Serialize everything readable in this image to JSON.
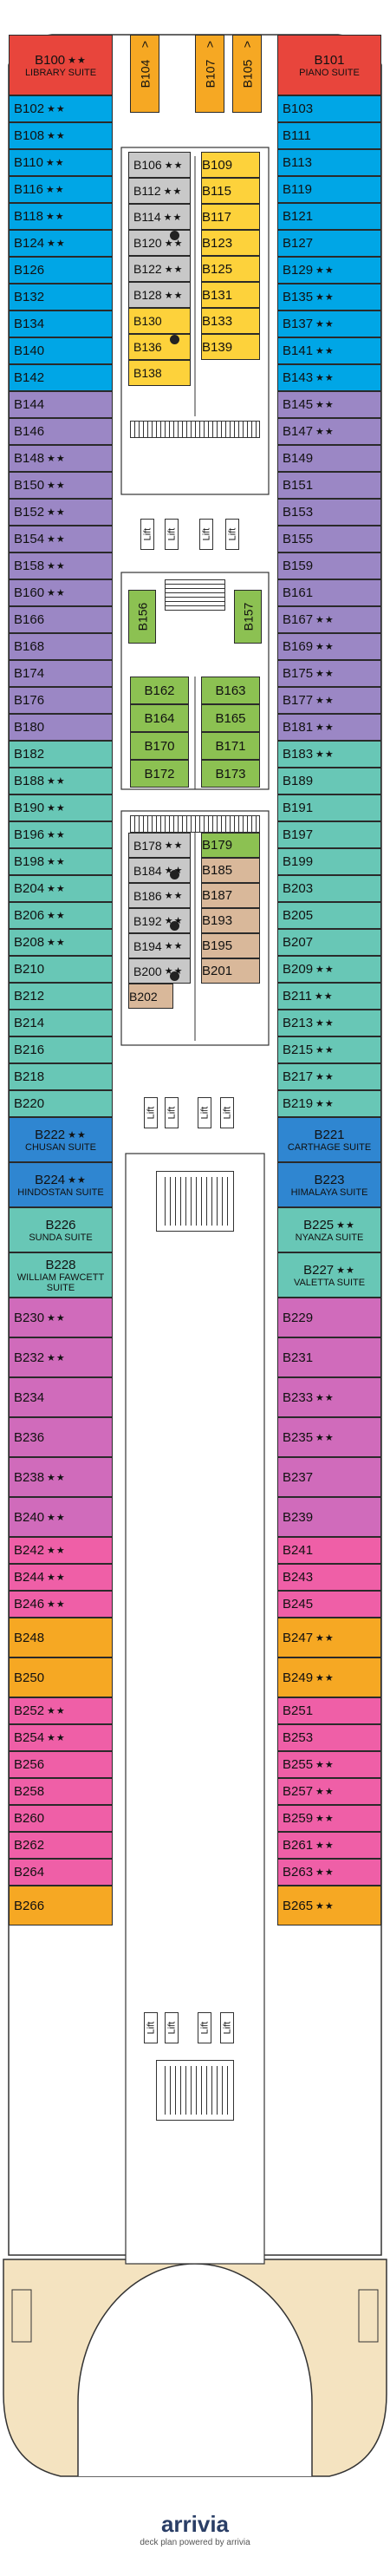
{
  "colors": {
    "red": "#e8453c",
    "blue": "#00a6e6",
    "purple": "#9b87c5",
    "teal": "#68c7b6",
    "green": "#8cc152",
    "yellow": "#fdd23b",
    "orange": "#f6a823",
    "gray": "#c8c8c8",
    "tan": "#d9b89a",
    "darkblue": "#2f86d1",
    "magenta": "#d06bbb",
    "pink": "#ef5fa7",
    "hull": "#f4e3c0"
  },
  "deck": {
    "lift_label": "Lift",
    "footer": {
      "brand": "arrivia",
      "tagline": "deck plan powered by arrivia"
    },
    "left_cabins": [
      {
        "num": "B100",
        "name": "LIBRARY SUITE",
        "stars": "★★",
        "color": "red",
        "type": "suite"
      },
      {
        "num": "B102",
        "stars": "★★",
        "color": "blue"
      },
      {
        "num": "B108",
        "stars": "★★",
        "color": "blue"
      },
      {
        "num": "B110",
        "stars": "★★",
        "color": "blue"
      },
      {
        "num": "B116",
        "stars": "★★",
        "color": "blue"
      },
      {
        "num": "B118",
        "stars": "★★",
        "color": "blue"
      },
      {
        "num": "B124",
        "stars": "★★",
        "color": "blue"
      },
      {
        "num": "B126",
        "stars": "",
        "color": "blue"
      },
      {
        "num": "B132",
        "stars": "",
        "color": "blue"
      },
      {
        "num": "B134",
        "stars": "",
        "color": "blue"
      },
      {
        "num": "B140",
        "stars": "",
        "color": "blue"
      },
      {
        "num": "B142",
        "stars": "",
        "color": "blue"
      },
      {
        "num": "B144",
        "stars": "",
        "color": "purple"
      },
      {
        "num": "B146",
        "stars": "",
        "color": "purple"
      },
      {
        "num": "B148",
        "stars": "★★",
        "color": "purple"
      },
      {
        "num": "B150",
        "stars": "★★",
        "color": "purple"
      },
      {
        "num": "B152",
        "stars": "★★",
        "color": "purple"
      },
      {
        "num": "B154",
        "stars": "★★",
        "color": "purple"
      },
      {
        "num": "B158",
        "stars": "★★",
        "color": "purple"
      },
      {
        "num": "B160",
        "stars": "★★",
        "color": "purple"
      },
      {
        "num": "B166",
        "stars": "",
        "color": "purple"
      },
      {
        "num": "B168",
        "stars": "",
        "color": "purple"
      },
      {
        "num": "B174",
        "stars": "",
        "color": "purple"
      },
      {
        "num": "B176",
        "stars": "",
        "color": "purple"
      },
      {
        "num": "B180",
        "stars": "",
        "color": "purple"
      },
      {
        "num": "B182",
        "stars": "",
        "color": "teal"
      },
      {
        "num": "B188",
        "stars": "★★",
        "color": "teal"
      },
      {
        "num": "B190",
        "stars": "★★",
        "color": "teal"
      },
      {
        "num": "B196",
        "stars": "★★",
        "color": "teal"
      },
      {
        "num": "B198",
        "stars": "★★",
        "color": "teal"
      },
      {
        "num": "B204",
        "stars": "★★",
        "color": "teal"
      },
      {
        "num": "B206",
        "stars": "★★",
        "color": "teal"
      },
      {
        "num": "B208",
        "stars": "★★",
        "color": "teal"
      },
      {
        "num": "B210",
        "stars": "",
        "color": "teal"
      },
      {
        "num": "B212",
        "stars": "",
        "color": "teal"
      },
      {
        "num": "B214",
        "stars": "",
        "color": "teal"
      },
      {
        "num": "B216",
        "stars": "",
        "color": "teal"
      },
      {
        "num": "B218",
        "stars": "",
        "color": "teal"
      },
      {
        "num": "B220",
        "stars": "",
        "color": "teal"
      },
      {
        "num": "B222",
        "name": "CHUSAN SUITE",
        "stars": "★★",
        "color": "darkblue",
        "type": "suite"
      },
      {
        "num": "B224",
        "name": "HINDOSTAN SUITE",
        "stars": "★★",
        "color": "darkblue",
        "type": "suite"
      },
      {
        "num": "B226",
        "name": "SUNDA SUITE",
        "stars": "",
        "color": "teal",
        "type": "suite"
      },
      {
        "num": "B228",
        "name": "WILLIAM FAWCETT SUITE",
        "stars": "",
        "color": "teal",
        "type": "suite"
      },
      {
        "num": "B230",
        "stars": "★★",
        "color": "magenta"
      },
      {
        "num": "B232",
        "stars": "★★",
        "color": "magenta"
      },
      {
        "num": "B234",
        "stars": "",
        "color": "magenta"
      },
      {
        "num": "B236",
        "stars": "",
        "color": "magenta"
      },
      {
        "num": "B238",
        "stars": "★★",
        "color": "magenta"
      },
      {
        "num": "B240",
        "stars": "★★",
        "color": "magenta"
      },
      {
        "num": "B242",
        "stars": "★★",
        "color": "pink"
      },
      {
        "num": "B244",
        "stars": "★★",
        "color": "pink"
      },
      {
        "num": "B246",
        "stars": "★★",
        "color": "pink"
      },
      {
        "num": "B248",
        "stars": "",
        "color": "orange"
      },
      {
        "num": "B250",
        "stars": "",
        "color": "orange"
      },
      {
        "num": "B252",
        "stars": "★★",
        "color": "pink"
      },
      {
        "num": "B254",
        "stars": "★★",
        "color": "pink"
      },
      {
        "num": "B256",
        "stars": "",
        "color": "pink"
      },
      {
        "num": "B258",
        "stars": "",
        "color": "pink"
      },
      {
        "num": "B260",
        "stars": "",
        "color": "pink"
      },
      {
        "num": "B262",
        "stars": "",
        "color": "pink"
      },
      {
        "num": "B264",
        "stars": "",
        "color": "pink"
      },
      {
        "num": "B266",
        "stars": "",
        "color": "orange"
      }
    ],
    "right_cabins": [
      {
        "num": "B101",
        "name": "PIANO SUITE",
        "stars": "",
        "color": "red",
        "type": "suite"
      },
      {
        "num": "B103",
        "stars": "",
        "color": "blue"
      },
      {
        "num": "B111",
        "stars": "",
        "color": "blue"
      },
      {
        "num": "B113",
        "stars": "",
        "color": "blue"
      },
      {
        "num": "B119",
        "stars": "",
        "color": "blue"
      },
      {
        "num": "B121",
        "stars": "",
        "color": "blue"
      },
      {
        "num": "B127",
        "stars": "",
        "color": "blue"
      },
      {
        "num": "B129",
        "stars": "★★",
        "color": "blue"
      },
      {
        "num": "B135",
        "stars": "★★",
        "color": "blue"
      },
      {
        "num": "B137",
        "stars": "★★",
        "color": "blue"
      },
      {
        "num": "B141",
        "stars": "★★",
        "color": "blue"
      },
      {
        "num": "B143",
        "stars": "★★",
        "color": "blue"
      },
      {
        "num": "B145",
        "stars": "★★",
        "color": "purple"
      },
      {
        "num": "B147",
        "stars": "★★",
        "color": "purple"
      },
      {
        "num": "B149",
        "stars": "",
        "color": "purple"
      },
      {
        "num": "B151",
        "stars": "",
        "color": "purple"
      },
      {
        "num": "B153",
        "stars": "",
        "color": "purple"
      },
      {
        "num": "B155",
        "stars": "",
        "color": "purple"
      },
      {
        "num": "B159",
        "stars": "",
        "color": "purple"
      },
      {
        "num": "B161",
        "stars": "",
        "color": "purple"
      },
      {
        "num": "B167",
        "stars": "★★",
        "color": "purple"
      },
      {
        "num": "B169",
        "stars": "★★",
        "color": "purple"
      },
      {
        "num": "B175",
        "stars": "★★",
        "color": "purple"
      },
      {
        "num": "B177",
        "stars": "★★",
        "color": "purple"
      },
      {
        "num": "B181",
        "stars": "★★",
        "color": "purple"
      },
      {
        "num": "B183",
        "stars": "★★",
        "color": "teal"
      },
      {
        "num": "B189",
        "stars": "",
        "color": "teal"
      },
      {
        "num": "B191",
        "stars": "",
        "color": "teal"
      },
      {
        "num": "B197",
        "stars": "",
        "color": "teal"
      },
      {
        "num": "B199",
        "stars": "",
        "color": "teal"
      },
      {
        "num": "B203",
        "stars": "",
        "color": "teal"
      },
      {
        "num": "B205",
        "stars": "",
        "color": "teal"
      },
      {
        "num": "B207",
        "stars": "",
        "color": "teal"
      },
      {
        "num": "B209",
        "stars": "★★",
        "color": "teal"
      },
      {
        "num": "B211",
        "stars": "★★",
        "color": "teal"
      },
      {
        "num": "B213",
        "stars": "★★",
        "color": "teal"
      },
      {
        "num": "B215",
        "stars": "★★",
        "color": "teal"
      },
      {
        "num": "B217",
        "stars": "★★",
        "color": "teal"
      },
      {
        "num": "B219",
        "stars": "★★",
        "color": "teal"
      },
      {
        "num": "B221",
        "name": "CARTHAGE SUITE",
        "stars": "",
        "color": "darkblue",
        "type": "suite"
      },
      {
        "num": "B223",
        "name": "HIMALAYA SUITE",
        "stars": "",
        "color": "darkblue",
        "type": "suite"
      },
      {
        "num": "B225",
        "name": "NYANZA SUITE",
        "stars": "★★",
        "color": "teal",
        "type": "suite"
      },
      {
        "num": "B227",
        "name": "VALETTA SUITE",
        "stars": "★★",
        "color": "teal",
        "type": "suite"
      },
      {
        "num": "B229",
        "stars": "",
        "color": "magenta"
      },
      {
        "num": "B231",
        "stars": "",
        "color": "magenta"
      },
      {
        "num": "B233",
        "stars": "★★",
        "color": "magenta"
      },
      {
        "num": "B235",
        "stars": "★★",
        "color": "magenta"
      },
      {
        "num": "B237",
        "stars": "",
        "color": "magenta"
      },
      {
        "num": "B239",
        "stars": "",
        "color": "magenta"
      },
      {
        "num": "B241",
        "stars": "",
        "color": "pink"
      },
      {
        "num": "B243",
        "stars": "",
        "color": "pink"
      },
      {
        "num": "B245",
        "stars": "",
        "color": "pink"
      },
      {
        "num": "B247",
        "stars": "★★",
        "color": "orange"
      },
      {
        "num": "B249",
        "stars": "★★",
        "color": "orange"
      },
      {
        "num": "B251",
        "stars": "",
        "color": "pink"
      },
      {
        "num": "B253",
        "stars": "",
        "color": "pink"
      },
      {
        "num": "B255",
        "stars": "★★",
        "color": "pink"
      },
      {
        "num": "B257",
        "stars": "★★",
        "color": "pink"
      },
      {
        "num": "B259",
        "stars": "★★",
        "color": "pink"
      },
      {
        "num": "B261",
        "stars": "★★",
        "color": "pink"
      },
      {
        "num": "B263",
        "stars": "★★",
        "color": "pink"
      },
      {
        "num": "B265",
        "stars": "★★",
        "color": "orange"
      }
    ],
    "vertical_cabins": [
      {
        "num": "B104",
        "color": "orange",
        "arrow": ">"
      },
      {
        "num": "B107",
        "color": "orange",
        "arrow": ">"
      },
      {
        "num": "B105",
        "color": "orange",
        "arrow": ">"
      },
      {
        "num": "B156",
        "color": "green"
      },
      {
        "num": "B157",
        "color": "green"
      }
    ],
    "inner_upper_left": [
      {
        "num": "B106",
        "stars": "★★",
        "color": "gray"
      },
      {
        "num": "B112",
        "stars": "★★",
        "color": "gray"
      },
      {
        "num": "B114",
        "stars": "★★",
        "color": "gray"
      },
      {
        "num": "B120",
        "stars": "★★",
        "color": "gray"
      },
      {
        "num": "B122",
        "stars": "★★",
        "color": "gray"
      },
      {
        "num": "B128",
        "stars": "★★",
        "color": "gray"
      },
      {
        "num": "B130",
        "stars": "",
        "color": "yellow"
      },
      {
        "num": "B136",
        "stars": "",
        "color": "yellow"
      },
      {
        "num": "B138",
        "stars": "",
        "color": "yellow"
      }
    ],
    "inner_upper_right": [
      {
        "num": "B109",
        "color": "yellow"
      },
      {
        "num": "B115",
        "color": "yellow"
      },
      {
        "num": "B117",
        "color": "yellow"
      },
      {
        "num": "B123",
        "color": "yellow"
      },
      {
        "num": "B125",
        "color": "yellow"
      },
      {
        "num": "B131",
        "color": "yellow"
      },
      {
        "num": "B133",
        "color": "yellow"
      },
      {
        "num": "B139",
        "color": "yellow"
      }
    ],
    "inner_green_left": [
      "B162",
      "B164",
      "B170",
      "B172"
    ],
    "inner_green_right": [
      "B163",
      "B165",
      "B171",
      "B173"
    ],
    "inner_lower_left": [
      {
        "num": "B178",
        "stars": "★★",
        "color": "gray"
      },
      {
        "num": "B184",
        "stars": "★★",
        "color": "gray"
      },
      {
        "num": "B186",
        "stars": "★★",
        "color": "gray"
      },
      {
        "num": "B192",
        "stars": "★★",
        "color": "gray"
      },
      {
        "num": "B194",
        "stars": "★★",
        "color": "gray"
      },
      {
        "num": "B200",
        "stars": "★★",
        "color": "gray"
      },
      {
        "num": "B202",
        "stars": "",
        "color": "tan"
      }
    ],
    "inner_lower_right": [
      {
        "num": "B179",
        "color": "green"
      },
      {
        "num": "B185",
        "color": "tan"
      },
      {
        "num": "B187",
        "color": "tan"
      },
      {
        "num": "B193",
        "color": "tan"
      },
      {
        "num": "B195",
        "color": "tan"
      },
      {
        "num": "B201",
        "color": "tan"
      }
    ]
  }
}
